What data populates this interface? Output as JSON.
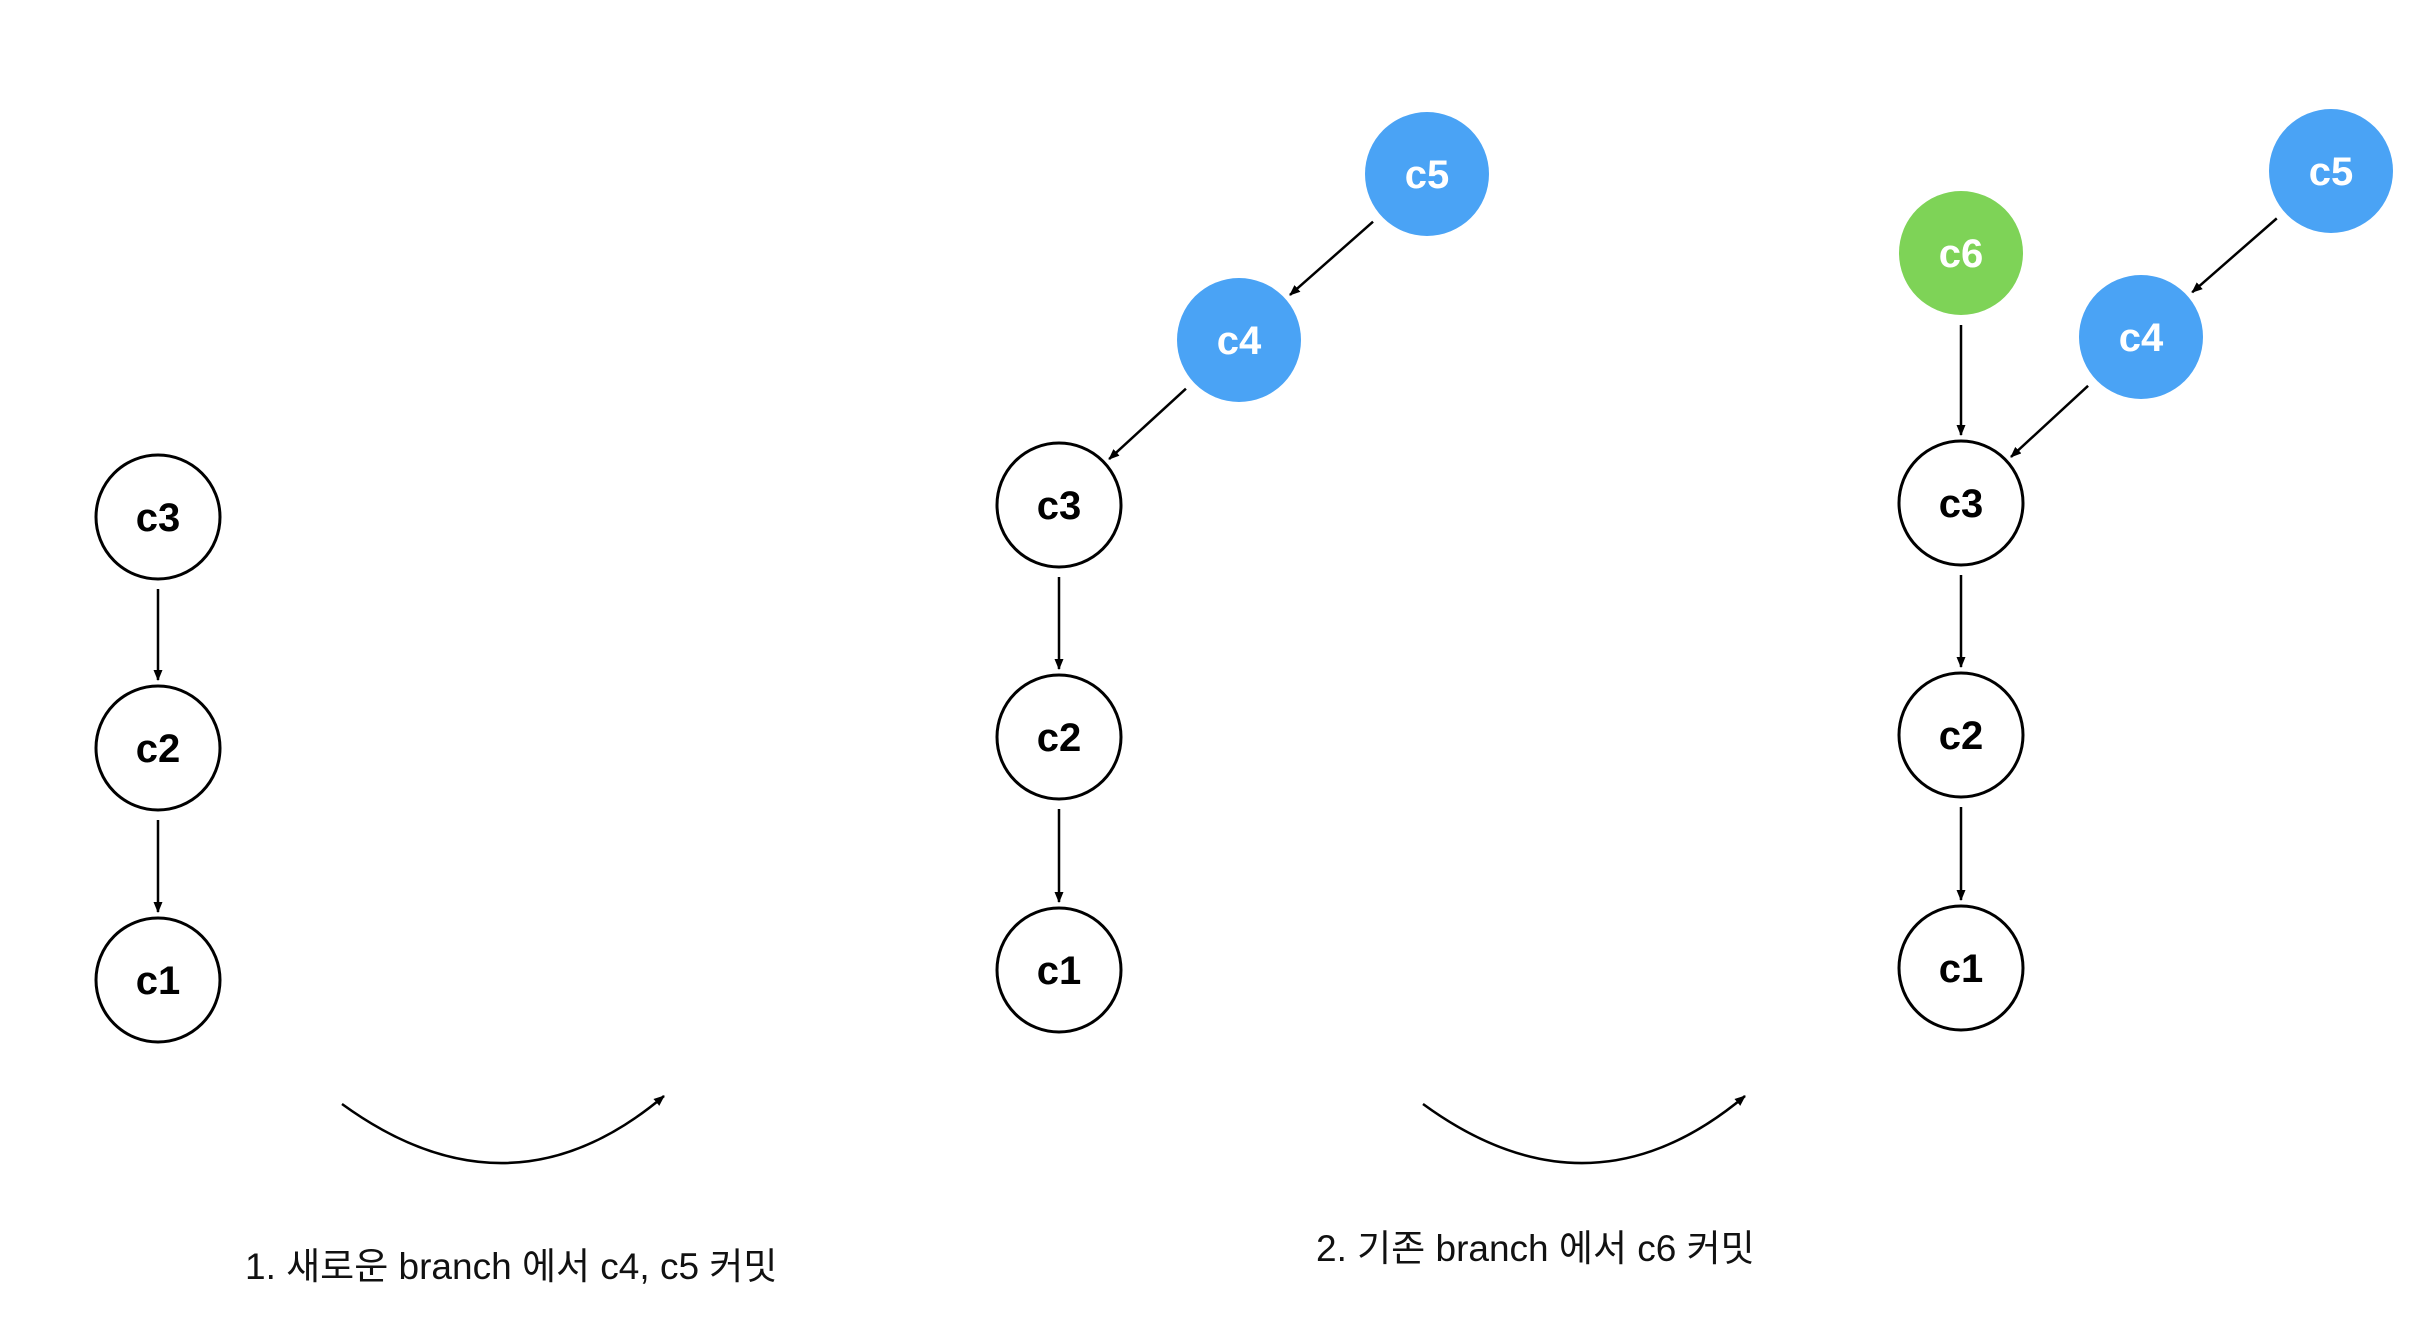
{
  "colors": {
    "background": "#ffffff",
    "stroke": "#000000",
    "new_branch_commit": "#4aa3f5",
    "existing_branch_commit": "#7ed357",
    "filled_label": "#ffffff",
    "plain_label": "#000000"
  },
  "stages": [
    {
      "commits": [
        {
          "id": "s1-c3",
          "label": "c3",
          "style": "plain"
        },
        {
          "id": "s1-c2",
          "label": "c2",
          "style": "plain"
        },
        {
          "id": "s1-c1",
          "label": "c1",
          "style": "plain"
        }
      ],
      "edges": [
        [
          "s1-c3",
          "s1-c2"
        ],
        [
          "s1-c2",
          "s1-c1"
        ]
      ]
    },
    {
      "commits": [
        {
          "id": "s2-c5",
          "label": "c5",
          "style": "new_branch_commit"
        },
        {
          "id": "s2-c4",
          "label": "c4",
          "style": "new_branch_commit"
        },
        {
          "id": "s2-c3",
          "label": "c3",
          "style": "plain"
        },
        {
          "id": "s2-c2",
          "label": "c2",
          "style": "plain"
        },
        {
          "id": "s2-c1",
          "label": "c1",
          "style": "plain"
        }
      ],
      "edges": [
        [
          "s2-c5",
          "s2-c4"
        ],
        [
          "s2-c4",
          "s2-c3"
        ],
        [
          "s2-c3",
          "s2-c2"
        ],
        [
          "s2-c2",
          "s2-c1"
        ]
      ]
    },
    {
      "commits": [
        {
          "id": "s3-c6",
          "label": "c6",
          "style": "existing_branch_commit"
        },
        {
          "id": "s3-c5",
          "label": "c5",
          "style": "new_branch_commit"
        },
        {
          "id": "s3-c4",
          "label": "c4",
          "style": "new_branch_commit"
        },
        {
          "id": "s3-c3",
          "label": "c3",
          "style": "plain"
        },
        {
          "id": "s3-c2",
          "label": "c2",
          "style": "plain"
        },
        {
          "id": "s3-c1",
          "label": "c1",
          "style": "plain"
        }
      ],
      "edges": [
        [
          "s3-c6",
          "s3-c3"
        ],
        [
          "s3-c5",
          "s3-c4"
        ],
        [
          "s3-c4",
          "s3-c3"
        ],
        [
          "s3-c3",
          "s3-c2"
        ],
        [
          "s3-c2",
          "s3-c1"
        ]
      ]
    }
  ],
  "transitions": [
    {
      "caption": "1. 새로운 branch 에서 c4, c5 커밋"
    },
    {
      "caption": "2. 기존 branch 에서 c6 커밋"
    }
  ]
}
